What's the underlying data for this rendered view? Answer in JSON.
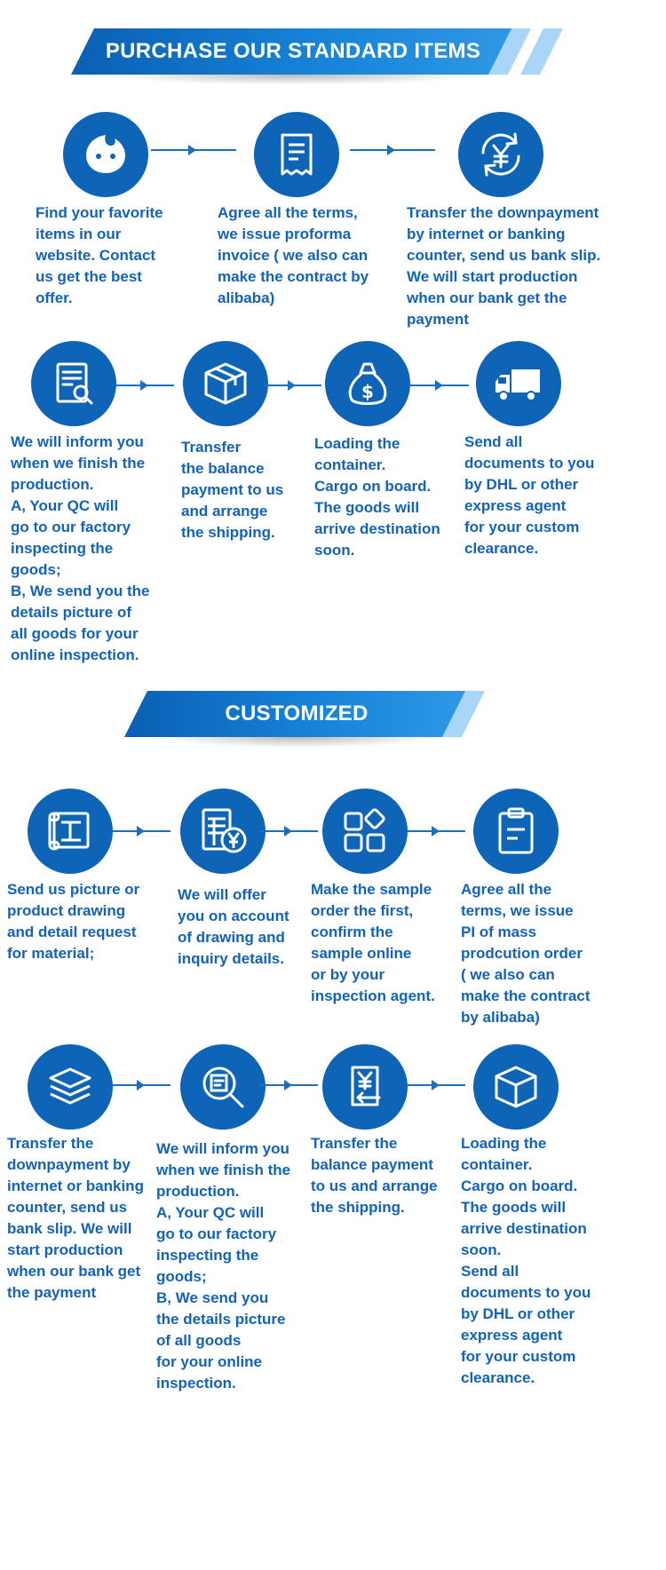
{
  "colors": {
    "primary": "#0e64b6",
    "text": "#1263b8",
    "stripe": "#a9d6f7"
  },
  "sections": [
    {
      "title": "PURCHASE OUR STANDARD ITEMS",
      "rows": [
        {
          "steps": [
            {
              "icon": "chat-bubble-icon",
              "text": "Find your favorite\nitems in our\nwebsite. Contact\nus get the best\noffer."
            },
            {
              "icon": "receipt-icon",
              "text": "Agree all the terms,\nwe issue proforma\ninvoice ( we also can\nmake the contract by\nalibaba)"
            },
            {
              "icon": "yen-exchange-icon",
              "text": "Transfer the downpayment\nby internet or banking\ncounter, send us bank slip.\nWe will start production\nwhen our bank get the\npayment"
            }
          ]
        },
        {
          "steps": [
            {
              "icon": "document-search-icon",
              "text": "We will inform you\nwhen we finish the\nproduction.\nA, Your QC will\ngo to our factory\ninspecting the\ngoods;\nB, We send you the\ndetails picture of\nall goods for your\nonline inspection."
            },
            {
              "icon": "package-box-icon",
              "text": "Transfer\nthe balance\npayment to us\nand arrange\nthe shipping."
            },
            {
              "icon": "money-bag-icon",
              "text": "Loading the\ncontainer.\nCargo on board.\nThe goods will\narrive destination\nsoon."
            },
            {
              "icon": "truck-icon",
              "text": "Send all\ndocuments to you\nby DHL or other\nexpress agent\nfor your custom\nclearance."
            }
          ]
        }
      ]
    },
    {
      "title": "CUSTOMIZED",
      "rows": [
        {
          "steps": [
            {
              "icon": "blueprint-scroll-icon",
              "text": "Send us picture or\nproduct drawing\nand detail request\nfor material;"
            },
            {
              "icon": "calculator-yen-icon",
              "text": "We will offer\nyou on account\nof drawing and\ninquiry details."
            },
            {
              "icon": "sample-blocks-icon",
              "text": "Make the sample\norder the first,\nconfirm the\nsample online\nor by your\ninspection agent."
            },
            {
              "icon": "clipboard-icon",
              "text": "Agree all the\nterms, we issue\nPI of mass\nprodcution order\n( we also can\nmake the contract\nby alibaba)"
            }
          ]
        },
        {
          "steps": [
            {
              "icon": "layers-icon",
              "text": "Transfer the\ndownpayment by\ninternet or banking\ncounter, send us\nbank slip. We will\nstart production\nwhen our bank get\nthe payment"
            },
            {
              "icon": "magnifier-document-icon",
              "text": "We will inform you\nwhen we finish the\nproduction.\nA, Your QC will\ngo to our factory\ninspecting the\ngoods;\nB, We send you\nthe details picture\nof all goods\nfor your online\ninspection."
            },
            {
              "icon": "yen-refund-icon",
              "text": "Transfer the\nbalance payment\nto us and arrange\nthe shipping."
            },
            {
              "icon": "package-box-icon",
              "text": "Loading the\ncontainer.\nCargo on board.\nThe goods will\narrive destination\nsoon.\nSend all\ndocuments to you\nby DHL or other\nexpress agent\nfor your custom\nclearance."
            }
          ]
        }
      ]
    }
  ]
}
